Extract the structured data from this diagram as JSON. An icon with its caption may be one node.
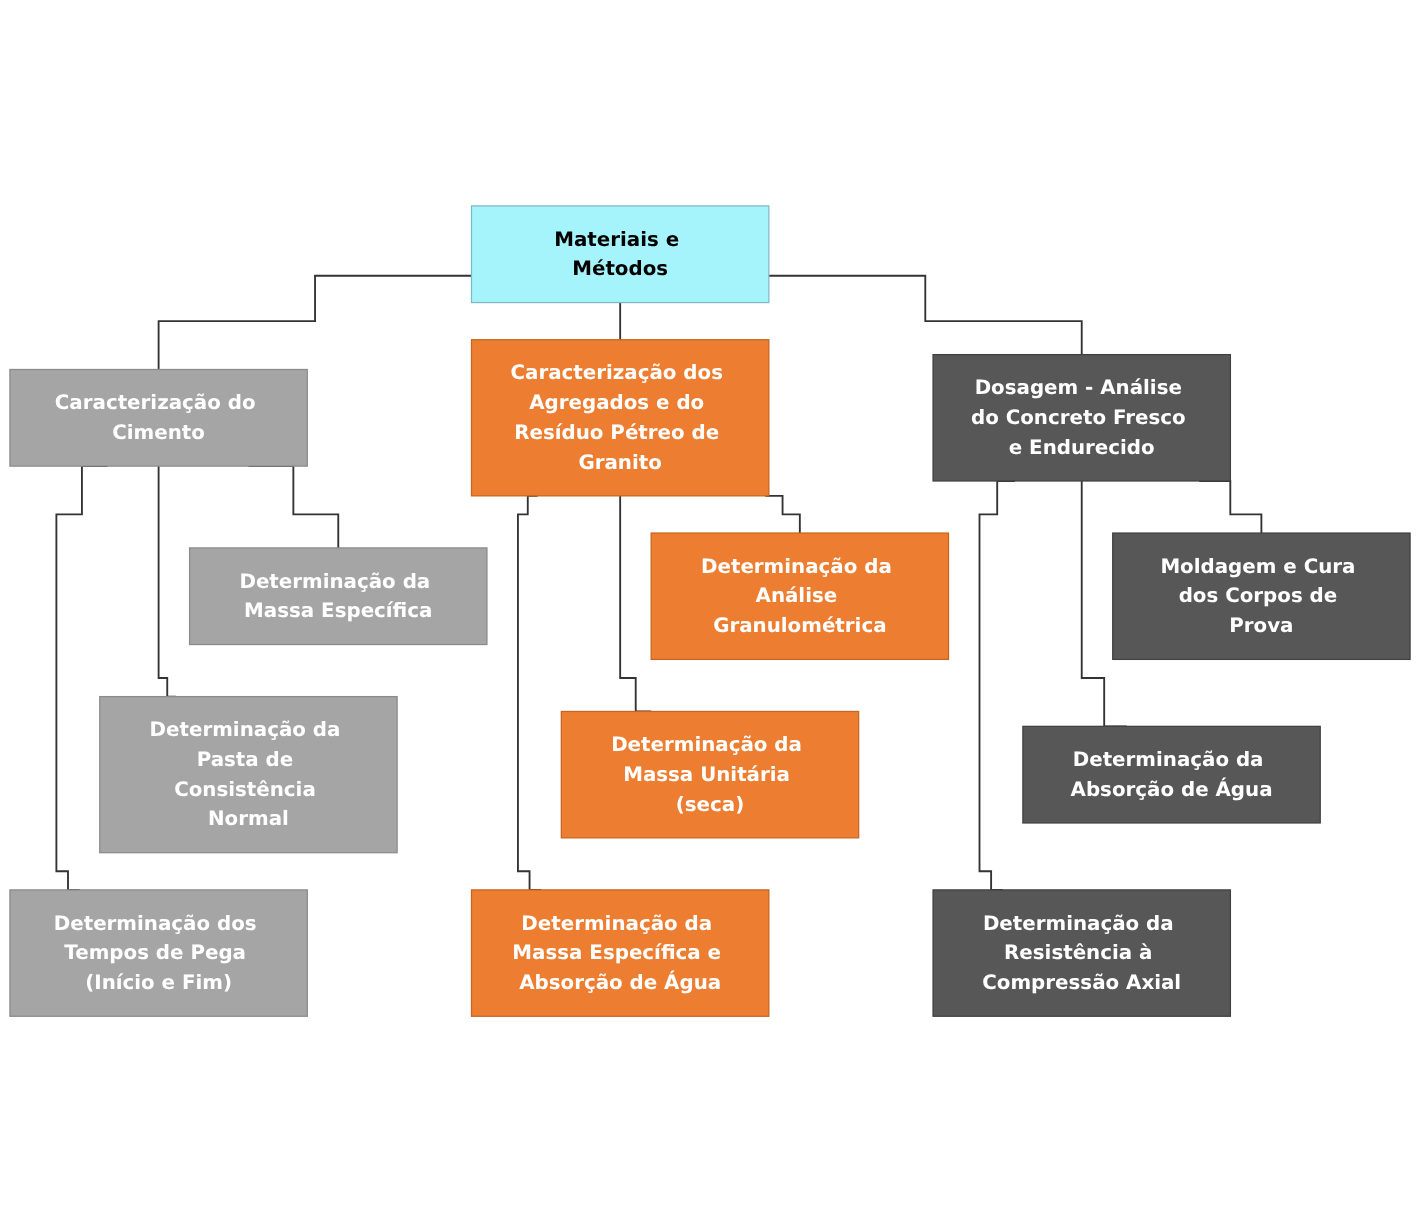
{
  "diagram": {
    "nodes": [
      {
        "text": [
          "Materiais e Métodos"
        ]
      },
      {
        "text": [
          "Caracterização do Cimento"
        ]
      },
      {
        "text": [
          "Caracterização dos Agregados e do Resíduo Pétreo de Granito"
        ]
      },
      {
        "text": [
          "Dosagem - Análise do Concreto Fresco e Endurecido"
        ]
      },
      {
        "text": [
          "Determinação da Massa Específica"
        ]
      },
      {
        "text": [
          "Determinação da Pasta de Consistência Normal"
        ]
      },
      {
        "text": [
          "Determinação dos Tempos de Pega (Início e Fim)"
        ]
      },
      {
        "text": [
          "Determinação da Análise Granulométrica"
        ]
      },
      {
        "text": [
          "Determinação da Massa Unitária (seca)"
        ]
      },
      {
        "text": [
          "Determinação da Massa Específica e Absorção de Água"
        ]
      },
      {
        "text": [
          "Moldagem e Cura dos Corpos de Prova"
        ]
      },
      {
        "text": [
          "Determinação da Absorção de Água"
        ]
      },
      {
        "text": [
          "Determinação da Resistência à Compressão Axial"
        ]
      }
    ],
    "edges": [
      {
        "from": 0,
        "to": 1,
        "arrow": "none"
      },
      {
        "from": 0,
        "to": 2,
        "arrow": "none"
      },
      {
        "from": 0,
        "to": 3,
        "arrow": "none"
      },
      {
        "from": 1,
        "to": 4,
        "arrow": "none"
      },
      {
        "from": 1,
        "to": 5,
        "arrow": "none"
      },
      {
        "from": 1,
        "to": 6,
        "arrow": "none"
      },
      {
        "from": 2,
        "to": 7,
        "arrow": "none"
      },
      {
        "from": 2,
        "to": 8,
        "arrow": "none"
      },
      {
        "from": 2,
        "to": 9,
        "arrow": "none"
      },
      {
        "from": 3,
        "to": 10,
        "arrow": "none"
      },
      {
        "from": 3,
        "to": 11,
        "arrow": "none"
      },
      {
        "from": 3,
        "to": 12,
        "arrow": "none"
      }
    ]
  }
}
